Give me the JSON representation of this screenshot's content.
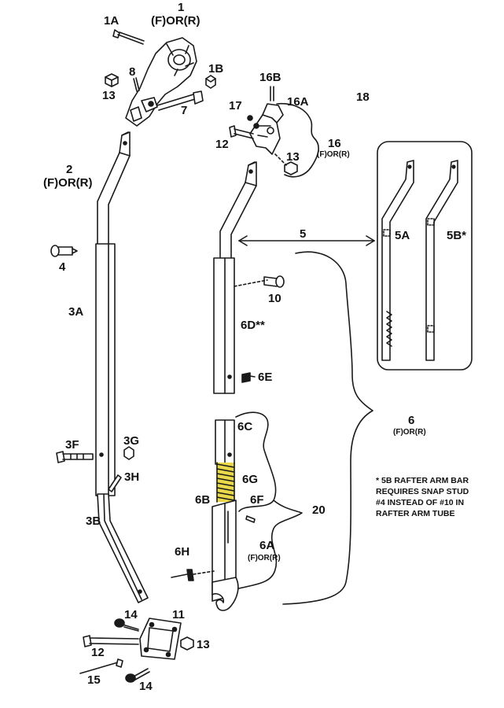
{
  "labels": {
    "p1": "1",
    "p1_sub": "(F)OR(R)",
    "p1A": "1A",
    "p1B": "1B",
    "p2": "2",
    "p2_sub": "(F)OR(R)",
    "p3A": "3A",
    "p3B": "3B",
    "p3F": "3F",
    "p3G": "3G",
    "p3H": "3H",
    "p4": "4",
    "p5": "5",
    "p5A": "5A",
    "p5B": "5B*",
    "p6": "6",
    "p6_sub": "(F)OR(R)",
    "p6A": "6A",
    "p6A_sub": "(F)OR(R)",
    "p6B": "6B",
    "p6C": "6C",
    "p6D": "6D**",
    "p6E": "6E",
    "p6F": "6F",
    "p6G": "6G",
    "p6H": "6H",
    "p7": "7",
    "p8": "8",
    "p10": "10",
    "p11": "11",
    "p12_top": "12",
    "p12_bottom": "12",
    "p13_left": "13",
    "p13_mid": "13",
    "p13_bottom": "13",
    "p14_top": "14",
    "p14_bottom": "14",
    "p15": "15",
    "p16": "16",
    "p16_sub": "(F)OR(R)",
    "p16A": "16A",
    "p16B": "16B",
    "p17": "17",
    "p18": "18",
    "p20": "20"
  },
  "note": {
    "line1": "* 5B RAFTER ARM BAR",
    "line2": "REQUIRES SNAP STUD",
    "line3": "#4 INSTEAD OF #10 IN",
    "line4": "RAFTER ARM TUBE"
  },
  "colors": {
    "line": "#1a1a1a",
    "spring": "#e8d84a",
    "background": "#ffffff"
  }
}
